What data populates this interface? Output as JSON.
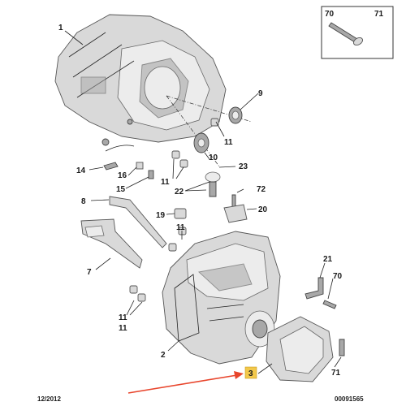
{
  "labels": {
    "l1": "1",
    "l2": "2",
    "l3": "3",
    "l7": "7",
    "l8": "8",
    "l9": "9",
    "l10": "10",
    "l11a": "11",
    "l11b": "11",
    "l11c": "11",
    "l11d": "11",
    "l11e": "11",
    "l14": "14",
    "l15": "15",
    "l16": "16",
    "l19": "19",
    "l20": "20",
    "l21": "21",
    "l22": "22",
    "l23": "23",
    "l70": "70",
    "l71": "71",
    "l72": "72",
    "inset70": "70",
    "inset71": "71"
  },
  "footer": {
    "date": "12/2012",
    "ref": "00091565"
  },
  "colors": {
    "highlight_badge": "#f2c84b",
    "arrow": "#e8452c"
  }
}
